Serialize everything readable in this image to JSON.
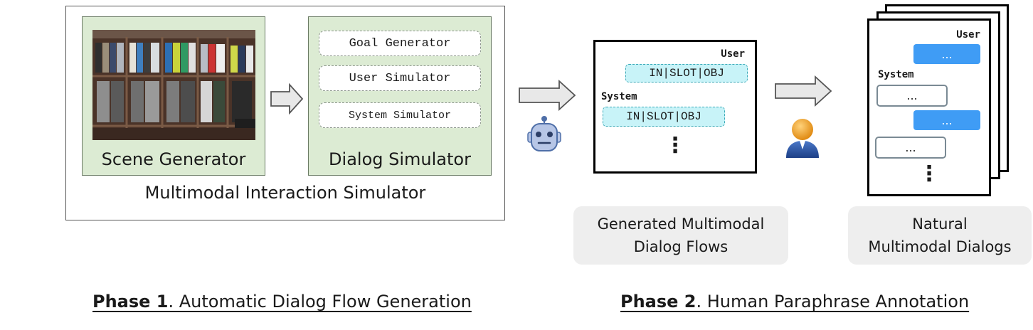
{
  "phase1": {
    "bold": "Phase 1",
    "rest": ". Automatic Dialog Flow Generation",
    "simulator_label": "Multimodal Interaction Simulator",
    "scene_label": "Scene Generator",
    "dialog_label": "Dialog Simulator",
    "components": [
      "Goal Generator",
      "User Simulator",
      "System Simulator"
    ]
  },
  "flow": {
    "user_label": "User",
    "system_label": "System",
    "slot_text": "IN|SLOT|OBJ",
    "ellipsis": "⋮",
    "caption_line1": "Generated Multimodal",
    "caption_line2": "Dialog Flows"
  },
  "natural": {
    "user_label": "User",
    "system_label": "System",
    "bubble_text": "...",
    "ellipsis": "⋮",
    "caption_line1": "Natural",
    "caption_line2": "Multimodal Dialogs"
  },
  "phase2": {
    "bold": "Phase 2",
    "rest": ". Human Paraphrase Annotation"
  },
  "colors": {
    "green_fill": "#dcebd3",
    "slot_fill": "#c8f3f8",
    "bubble_blue": "#3f9cf5",
    "caption_gray": "#eeeeee"
  },
  "icons": [
    "store-scene-image",
    "robot-icon",
    "person-icon",
    "arrow-right-icon"
  ]
}
